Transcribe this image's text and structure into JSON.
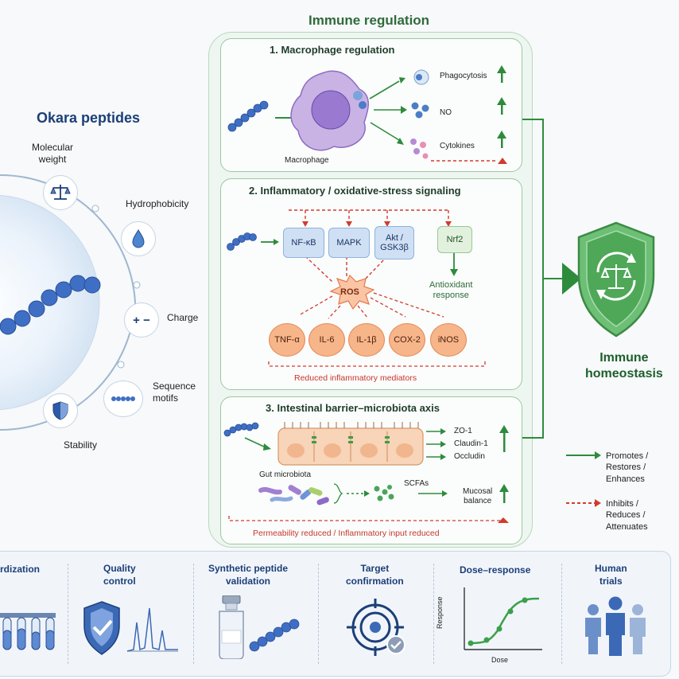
{
  "title": "Immune regulation",
  "left": {
    "title": "Okara peptides",
    "properties": {
      "molecular_weight": "Molecular\nweight",
      "hydrophobicity": "Hydrophobicity",
      "charge": "Charge",
      "charge_symbol": "+ −",
      "sequence_motifs": "Sequence\nmotifs",
      "stability": "Stability"
    }
  },
  "panel1": {
    "title": "1. Macrophage regulation",
    "cell_label": "Macrophage",
    "outputs": [
      "Phagocytosis",
      "NO",
      "Cytokines"
    ]
  },
  "panel2": {
    "title": "2. Inflammatory / oxidative-stress signaling",
    "pathways": [
      "NF-κB",
      "MAPK",
      "Akt /\nGSK3β"
    ],
    "nrf2": "Nrf2",
    "antioxidant": "Antioxidant\nresponse",
    "ros": "ROS",
    "mediators": [
      "TNF-α",
      "IL-6",
      "IL-1β",
      "COX-2",
      "iNOS"
    ],
    "caption": "Reduced inflammatory mediators"
  },
  "panel3": {
    "title": "3. Intestinal barrier–microbiota axis",
    "junctions": [
      "ZO-1",
      "Claudin-1",
      "Occludin"
    ],
    "gut": "Gut microbiota",
    "scfa": "SCFAs",
    "mucosal": "Mucosal\nbalance",
    "caption": "Permeability reduced / Inflammatory input reduced"
  },
  "outcome": "Immune\nhomeostasis",
  "legend": {
    "promotes": "Promotes /\nRestores /\nEnhances",
    "inhibits": "Inhibits /\nReduces /\nAttenuates"
  },
  "bottom": {
    "items": [
      "rdization",
      "Quality\ncontrol",
      "Synthetic peptide\nvalidation",
      "Target\nconfirmation",
      "Dose–response",
      "Human\ntrials"
    ],
    "chart_y": "Response",
    "chart_x": "Dose"
  },
  "colors": {
    "navy": "#1c3f78",
    "green": "#2c7a3a",
    "red": "#c8362b",
    "peptide_blue": "#3f6fc4"
  }
}
